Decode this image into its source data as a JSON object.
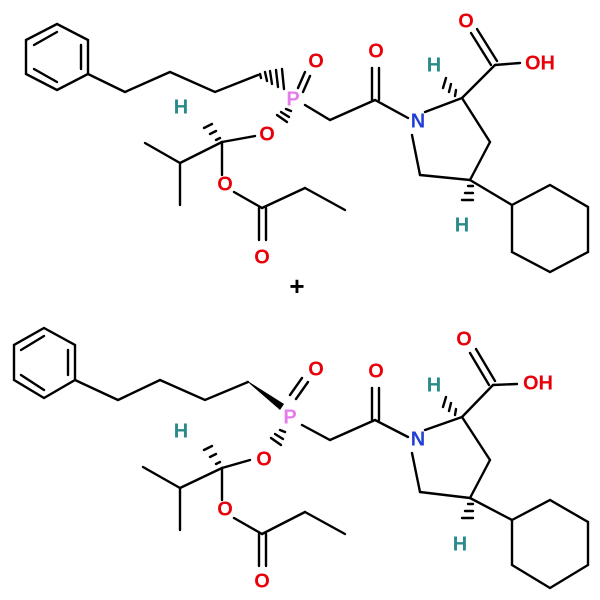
{
  "labels": {
    "oxygen": "O",
    "nitrogen": "N",
    "phosphorus": "P",
    "hydrogen": "H",
    "carboxylic_acid": "OH",
    "plus": "+"
  },
  "colors": {
    "bond": "#000000",
    "oxygen": "#e8000b",
    "nitrogen": "#1f3fd6",
    "phosphorus": "#e67bea",
    "hydrogen": "#2a8a8a",
    "plus": "#000000"
  }
}
